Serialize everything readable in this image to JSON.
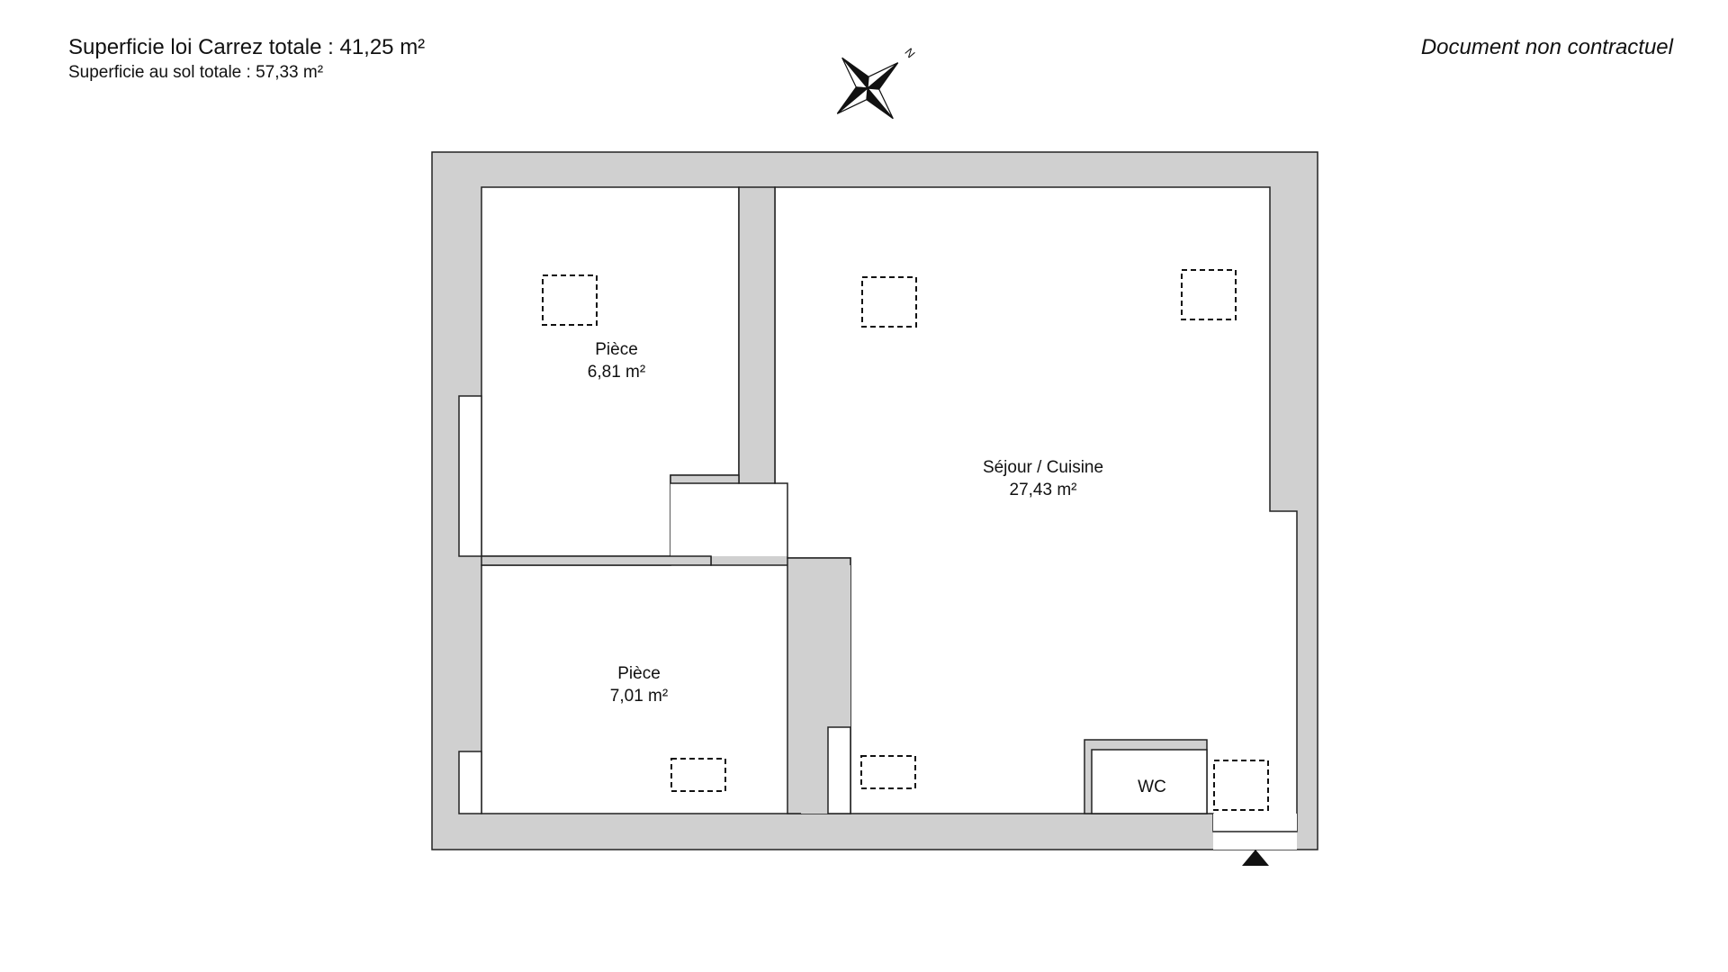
{
  "header": {
    "total_carrez": "Superficie loi Carrez totale :  41,25 m²",
    "total_floor": "Superficie au sol totale :  57,33 m²",
    "disclaimer": "Document non contractuel"
  },
  "compass": {
    "north_label": "N",
    "icon": "compass-rose-icon"
  },
  "rooms": [
    {
      "name": "Pièce",
      "area": "6,81 m²"
    },
    {
      "name": "Pièce",
      "area": "7,01 m²"
    },
    {
      "name": "Séjour / Cuisine",
      "area": "27,43 m²"
    },
    {
      "name": "WC",
      "area": ""
    }
  ],
  "entrance": {
    "icon": "entrance-arrow-icon"
  },
  "colors": {
    "wall_fill": "#d0d0d0",
    "wall_stroke": "#222222",
    "room_fill": "#ffffff",
    "text": "#111111"
  }
}
